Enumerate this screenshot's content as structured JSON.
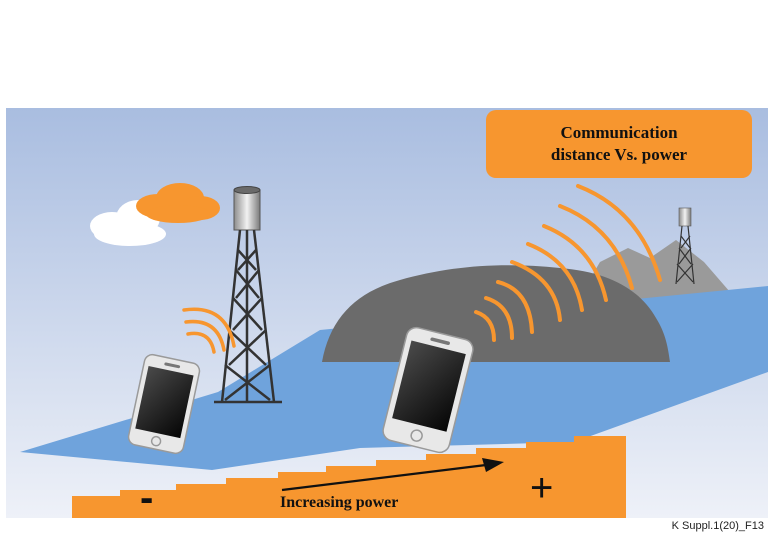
{
  "callout": {
    "line1": "Communication",
    "line2": "distance Vs. power"
  },
  "stairs": {
    "label": "Increasing power",
    "minus": "-",
    "plus": "+"
  },
  "figure_ref": "K Suppl.1(20)_F13",
  "colors": {
    "sky_top": "#a9bde0",
    "sky_bottom": "#eef1f8",
    "water": "#6fa3dc",
    "signal": "#f7962f",
    "hill_dark": "#6b6b6b",
    "hill_light": "#9a9a9a",
    "stairs": "#f7962f"
  },
  "icons": [
    "cloud-icon",
    "cell-tower-icon",
    "smartphone-icon",
    "signal-wave-icon",
    "mountain-icon",
    "arrow-icon"
  ]
}
